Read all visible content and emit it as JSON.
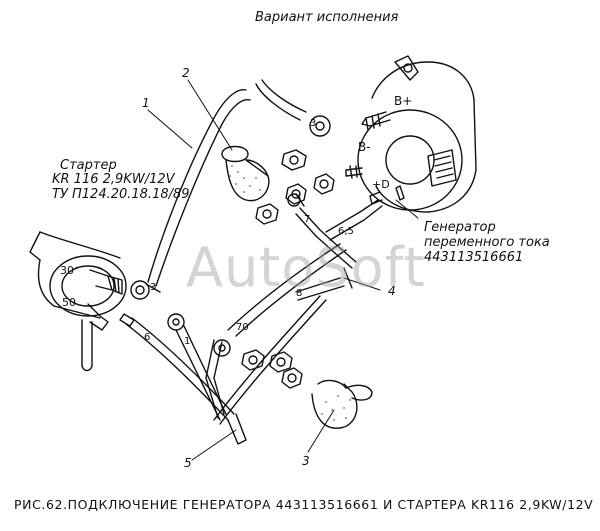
{
  "header": {
    "variant_title": "Вариант исполнения"
  },
  "starter": {
    "line1": "Стартер",
    "line2": "KR 116  2,9KW/12V",
    "line3": "ТУ  П124.20.18.18/89",
    "terminal_30": "30",
    "terminal_50": "50"
  },
  "generator": {
    "line1": "Генератор",
    "line2": "переменного тока",
    "line3": "443113516661",
    "terminal_bplus": "B+",
    "terminal_bminus": "B-",
    "terminal_d": "+D"
  },
  "callouts": {
    "c1": "1",
    "c2": "2",
    "c3": "3",
    "c4": "4",
    "c5": "5"
  },
  "wire_tags": {
    "w3": "3",
    "w6": "6",
    "w1": "1",
    "w7": "7",
    "w8": "8",
    "w70": "70",
    "w65": "6,5"
  },
  "watermark": "AutoSoft",
  "caption": "РИС.62.ПОДКЛЮЧЕНИЕ ГЕНЕРАТОРА 443113516661 И СТАРТЕРА KR116 2,9KW/12V"
}
